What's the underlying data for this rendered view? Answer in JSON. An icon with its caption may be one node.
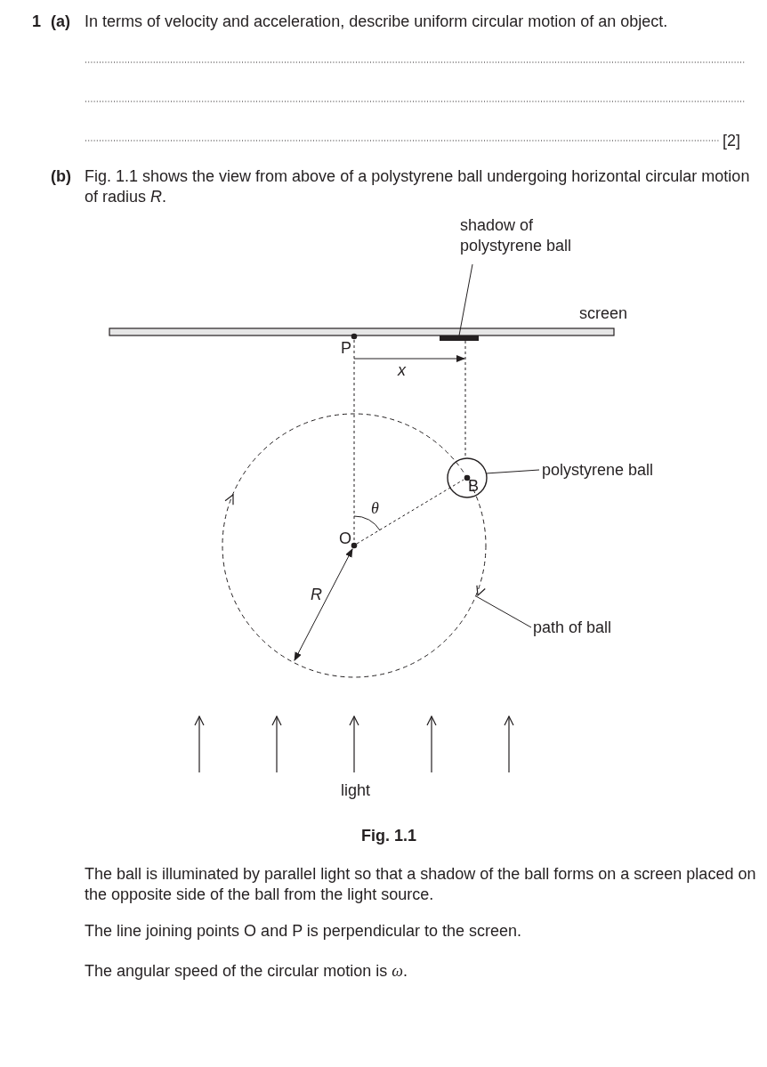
{
  "diagram": {
    "caption": "Fig. 1.1",
    "nodes": [
      {
        "text": [
          "shadow of polystyrene ball"
        ]
      },
      {
        "text": [],
        "shape": "bar"
      },
      {
        "text": [
          "polystyrene ball"
        ]
      },
      {
        "text": [],
        "shape": "circle"
      },
      {
        "text": [
          "path of ball"
        ]
      },
      {
        "text": [],
        "shape": "circle"
      }
    ],
    "edges": [
      {
        "from": 0,
        "to": 1,
        "arrow": "none"
      },
      {
        "from": 2,
        "to": 3,
        "arrow": "none"
      },
      {
        "from": 4,
        "to": 5,
        "arrow": "none"
      },
      {
        "from": 1,
        "to": 3,
        "arrow": "none",
        "style": "dashed"
      }
    ],
    "labels": [
      "1",
      "(a)",
      "In terms of velocity and acceleration, describe uniform circular motion of an object.",
      "[2]",
      "(b)",
      "Fig. 1.1 shows the view from above of a polystyrene ball undergoing horizontal circular motion of radius *R*.",
      "screen",
      "P",
      "x",
      "B",
      "θ",
      "O",
      "R",
      "light",
      "The ball is illuminated by parallel light so that a shadow of the ball forms on a screen placed on the opposite side of the ball from the light source.",
      "The line joining points O and P is perpendicular to the screen.",
      "The angular speed of the circular motion is *ω*."
    ]
  }
}
